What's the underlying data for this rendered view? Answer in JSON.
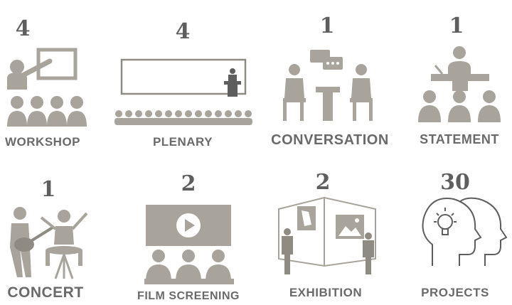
{
  "colors": {
    "icon": "#a8a49c",
    "icon_dark": "#8f8b83",
    "label": "#6a6a6a",
    "count": "#5e5e5e"
  },
  "items": [
    {
      "count": "4",
      "label": "WORKSHOP",
      "icon": "workshop-icon"
    },
    {
      "count": "4",
      "label": "PLENARY",
      "icon": "plenary-icon"
    },
    {
      "count": "1",
      "label": "CONVERSATION",
      "icon": "conversation-icon"
    },
    {
      "count": "1",
      "label": "STATEMENT",
      "icon": "statement-icon"
    },
    {
      "count": "1",
      "label": "CONCERT",
      "icon": "concert-icon"
    },
    {
      "count": "2",
      "label": "FILM SCREENING",
      "icon": "film-screening-icon"
    },
    {
      "count": "2",
      "label": "EXHIBITION",
      "icon": "exhibition-icon"
    },
    {
      "count": "30",
      "label": "PROJECTS",
      "icon": "projects-icon"
    }
  ]
}
